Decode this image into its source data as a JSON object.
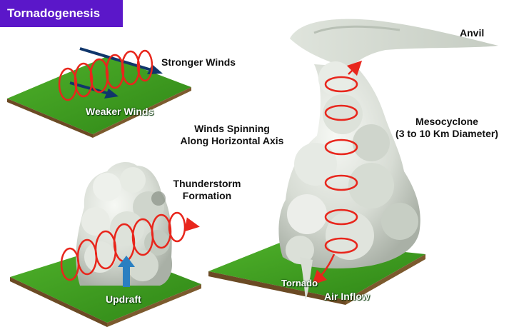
{
  "title": "Tornadogenesis",
  "labels": {
    "stronger_winds": "Stronger Winds",
    "weaker_winds": "Weaker Winds",
    "winds_spinning_line1": "Winds Spinning",
    "winds_spinning_line2": "Along Horizontal Axis",
    "thunderstorm_line1": "Thunderstorm",
    "thunderstorm_line2": "Formation",
    "updraft": "Updraft",
    "anvil": "Anvil",
    "mesocyclone_line1": "Mesocyclone",
    "mesocyclone_line2": "(3 to 10 Km Diameter)",
    "tornado": "Tornado",
    "air_inflow": "Air Inflow"
  },
  "colors": {
    "title_bg": "#5b17c9",
    "spiral": "#e8261c",
    "wind_arrow": "#10366b",
    "updraft_arrow": "#2a7fc1",
    "grass": "#3c9a1e"
  }
}
